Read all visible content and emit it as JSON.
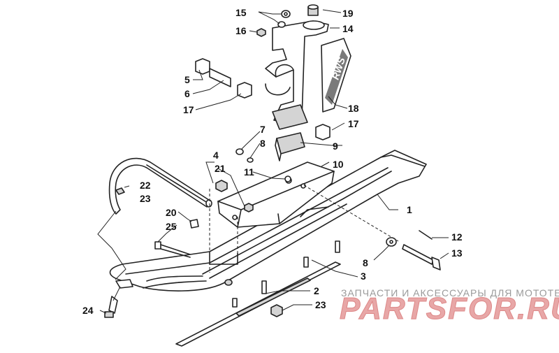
{
  "callouts": [
    {
      "id": "c1",
      "label": "1"
    },
    {
      "id": "c2",
      "label": "2"
    },
    {
      "id": "c3",
      "label": "3"
    },
    {
      "id": "c4",
      "label": "4"
    },
    {
      "id": "c5",
      "label": "5"
    },
    {
      "id": "c6",
      "label": "6"
    },
    {
      "id": "c7",
      "label": "7"
    },
    {
      "id": "c8a",
      "label": "8"
    },
    {
      "id": "c8b",
      "label": "8"
    },
    {
      "id": "c9",
      "label": "9"
    },
    {
      "id": "c10",
      "label": "10"
    },
    {
      "id": "c11",
      "label": "11"
    },
    {
      "id": "c12",
      "label": "12"
    },
    {
      "id": "c13",
      "label": "13"
    },
    {
      "id": "c14",
      "label": "14"
    },
    {
      "id": "c15",
      "label": "15"
    },
    {
      "id": "c16",
      "label": "16"
    },
    {
      "id": "c17a",
      "label": "17"
    },
    {
      "id": "c17b",
      "label": "17"
    },
    {
      "id": "c18",
      "label": "18"
    },
    {
      "id": "c19",
      "label": "19"
    },
    {
      "id": "c20",
      "label": "20"
    },
    {
      "id": "c21",
      "label": "21"
    },
    {
      "id": "c22",
      "label": "22"
    },
    {
      "id": "c23a",
      "label": "23"
    },
    {
      "id": "c23b",
      "label": "23"
    },
    {
      "id": "c24",
      "label": "24"
    },
    {
      "id": "c25",
      "label": "25"
    }
  ],
  "decal_text": "RWS",
  "watermark": {
    "tagline": "ЗАПЧАСТИ И АКСЕССУАРЫ ДЛЯ МОТОТЕХНИКИ",
    "brand": "PARTSFOR.RU"
  }
}
